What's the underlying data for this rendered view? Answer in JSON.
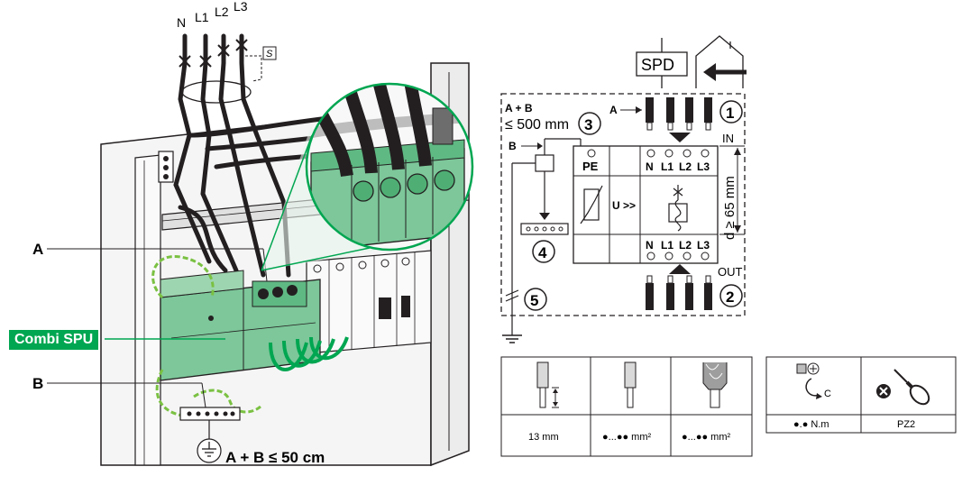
{
  "install": {
    "phases": [
      "N",
      "L1",
      "L2",
      "L3"
    ],
    "switch_label": "S",
    "label_a": "A",
    "label_b": "B",
    "label_combi": "Combi SPU",
    "distance_rule": "A + B ≤ 50 cm"
  },
  "schematic": {
    "spd_label": "SPD",
    "cond_ab": "A + B",
    "cond_len": "≤ 500 mm",
    "label_a": "A",
    "label_b": "B",
    "in_label": "IN",
    "out_label": "OUT",
    "pe_label": "PE",
    "u_label": "U >>",
    "distance": "d ≥ 65 mm",
    "terminals_top": [
      "N",
      "L1",
      "L2",
      "L3"
    ],
    "terminals_bottom": [
      "N",
      "L1",
      "L2",
      "L3"
    ],
    "callouts": [
      "1",
      "2",
      "3",
      "4",
      "5"
    ]
  },
  "wire_table": {
    "cells": [
      "13 mm",
      "●...●● mm²",
      "●...●● mm²"
    ]
  },
  "tool_table": {
    "torque": "●.● N.m",
    "screwdriver": "PZ2",
    "c_label": "C"
  },
  "colors": {
    "green": "#00a651",
    "light_green": "#7dc79a",
    "ink": "#231f20",
    "yellow": "#f2e100"
  }
}
